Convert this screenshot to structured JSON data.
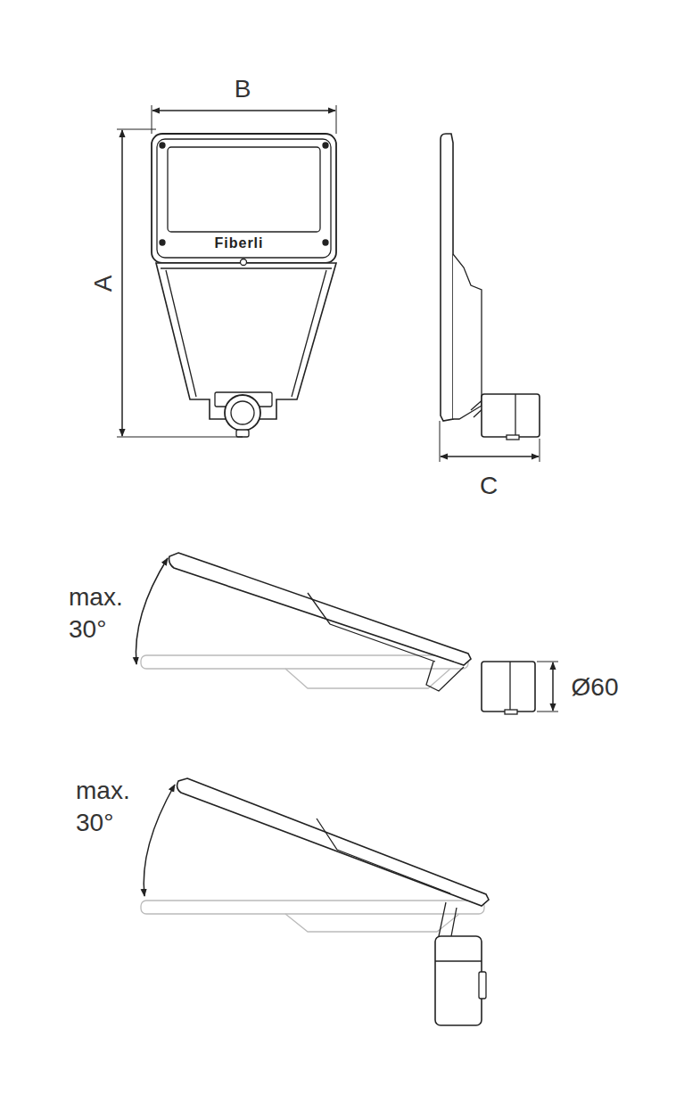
{
  "diagram": {
    "labels": [
      "B",
      "A",
      "Fiberli",
      "C",
      "max. 30°",
      "Ø60",
      "max. 30°"
    ]
  }
}
